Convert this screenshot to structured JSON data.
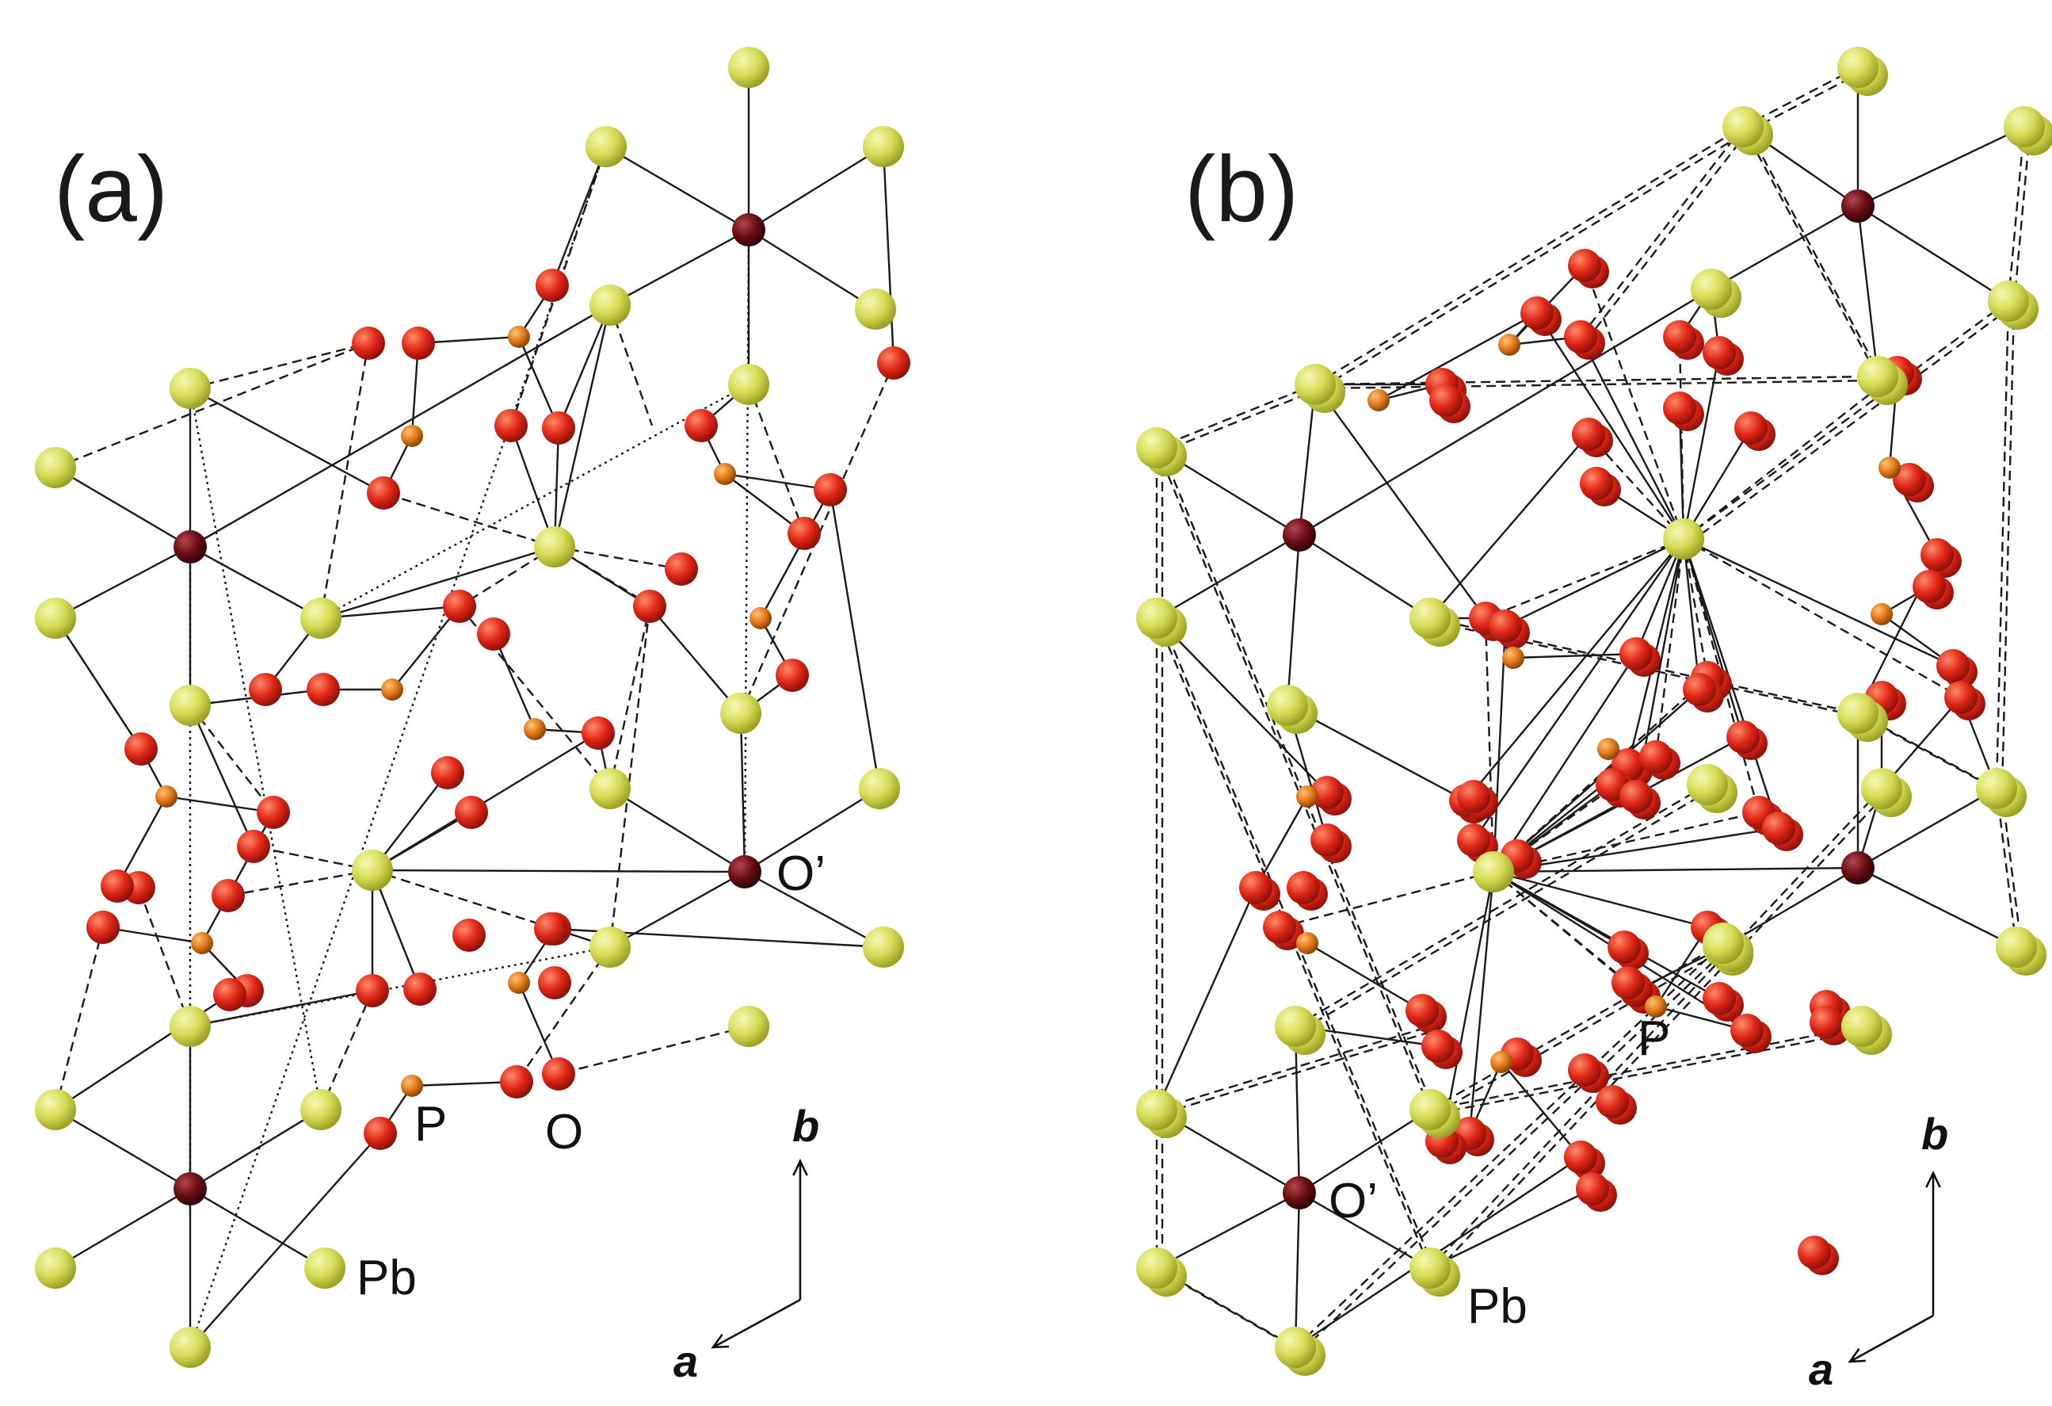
{
  "panels": [
    {
      "id": "a",
      "label": "(a)",
      "atom_labels": {
        "p": "P",
        "o": "O",
        "o_prime": "O’",
        "pb": "Pb"
      },
      "axes": {
        "b": "b",
        "a": "a"
      }
    },
    {
      "id": "b",
      "label": "(b)",
      "atom_labels": {
        "p": "P",
        "o_prime": "O’",
        "pb": "Pb"
      },
      "axes": {
        "b": "b",
        "a": "a"
      }
    }
  ],
  "legend_colors": {
    "Pb": "#d6dc56",
    "O": "#e02818",
    "P": "#e07a18",
    "O_prime": "#6a0e14"
  }
}
